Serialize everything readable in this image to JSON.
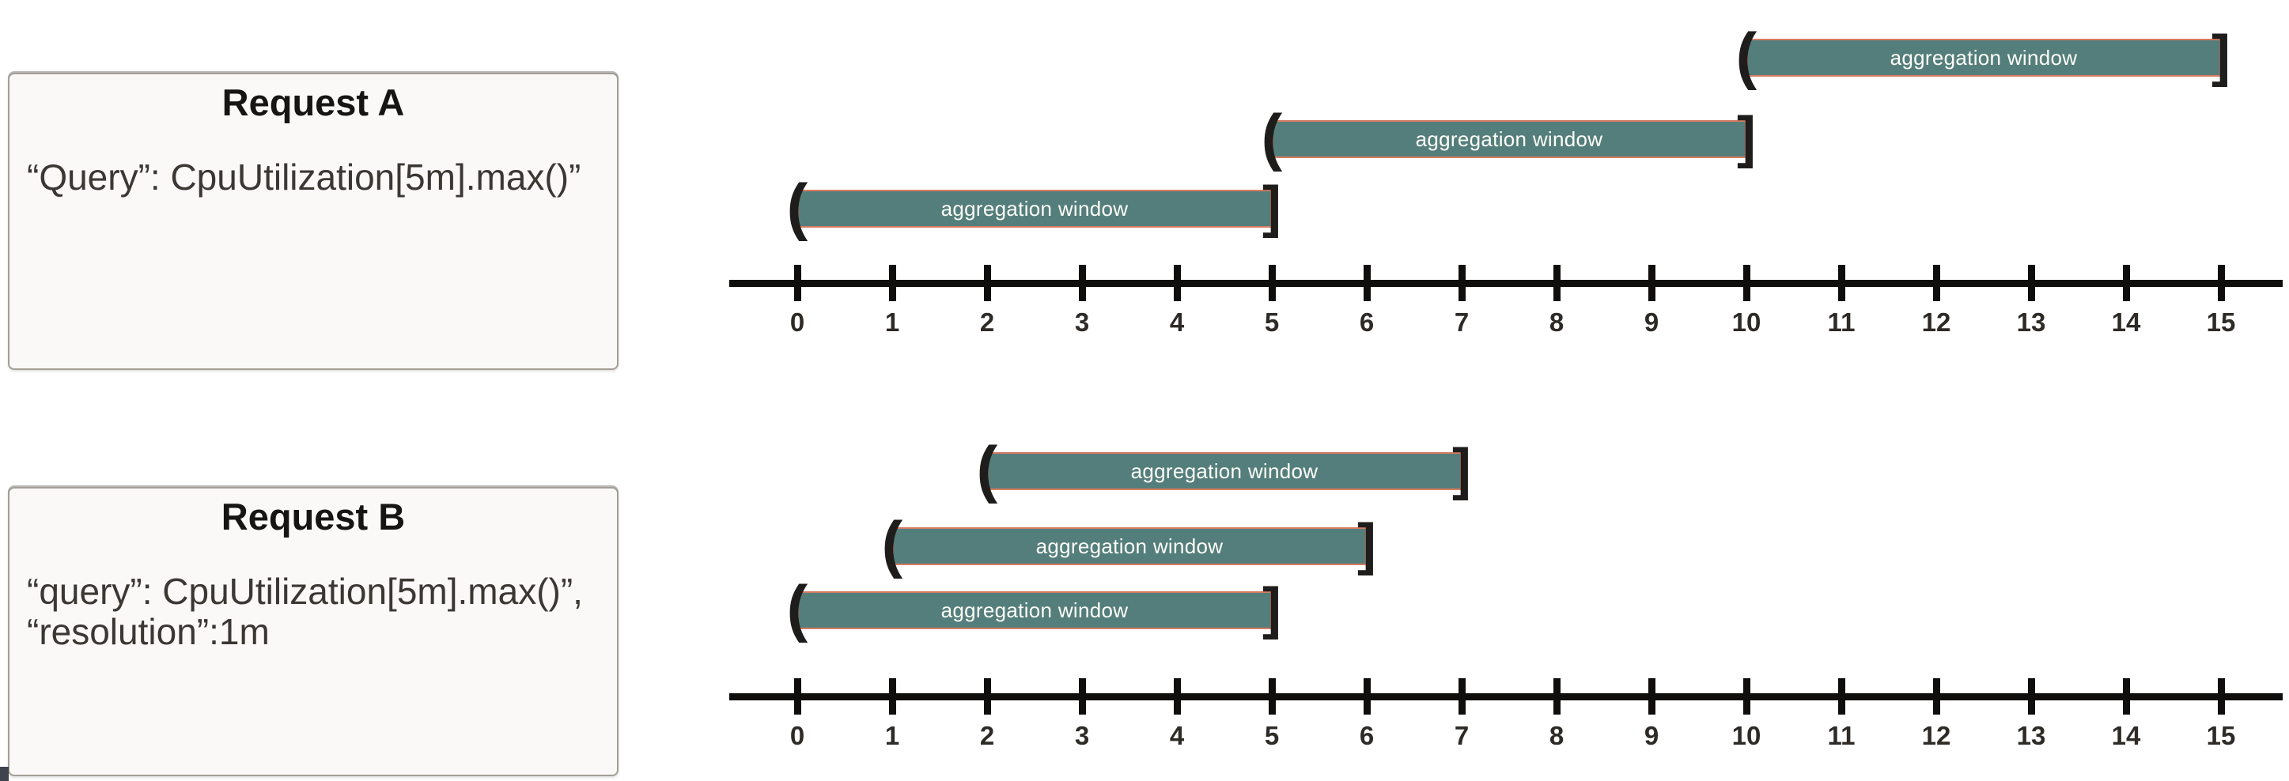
{
  "boxes": {
    "request_a": {
      "title": "Request A",
      "body_lines": [
        "“Query”: CpuUtilization[5m].max()”"
      ]
    },
    "request_b": {
      "title": "Request B",
      "body_lines": [
        "“query”: CpuUtilization[5m].max()”,",
        "“resolution”:1m"
      ]
    }
  },
  "timelines": [
    {
      "id": "a",
      "axis": {
        "min": 0,
        "max": 15,
        "ticks": [
          0,
          1,
          2,
          3,
          4,
          5,
          6,
          7,
          8,
          9,
          10,
          11,
          12,
          13,
          14,
          15
        ]
      },
      "windows": [
        {
          "label": "aggregation window",
          "start": 0,
          "end": 5
        },
        {
          "label": "aggregation window",
          "start": 5,
          "end": 10
        },
        {
          "label": "aggregation window",
          "start": 10,
          "end": 15
        }
      ],
      "open_glyph": "(",
      "close_glyph": "]"
    },
    {
      "id": "b",
      "axis": {
        "min": 0,
        "max": 15,
        "ticks": [
          0,
          1,
          2,
          3,
          4,
          5,
          6,
          7,
          8,
          9,
          10,
          11,
          12,
          13,
          14,
          15
        ]
      },
      "windows": [
        {
          "label": "aggregation window",
          "start": 0,
          "end": 5
        },
        {
          "label": "aggregation window",
          "start": 1,
          "end": 6
        },
        {
          "label": "aggregation window",
          "start": 2,
          "end": 7
        }
      ],
      "open_glyph": "(",
      "close_glyph": "]"
    }
  ],
  "colors": {
    "bar_fill": "#547e7b",
    "bar_border": "#d97b62",
    "bar_text": "#fdfdf8",
    "axis": "#0f0e0d",
    "tick_label": "#2e2a26",
    "box_bg": "#faf9f7",
    "box_border": "#a39d96",
    "title": "#161513",
    "body": "#3b3733",
    "bracket": "#1f1d1b"
  }
}
